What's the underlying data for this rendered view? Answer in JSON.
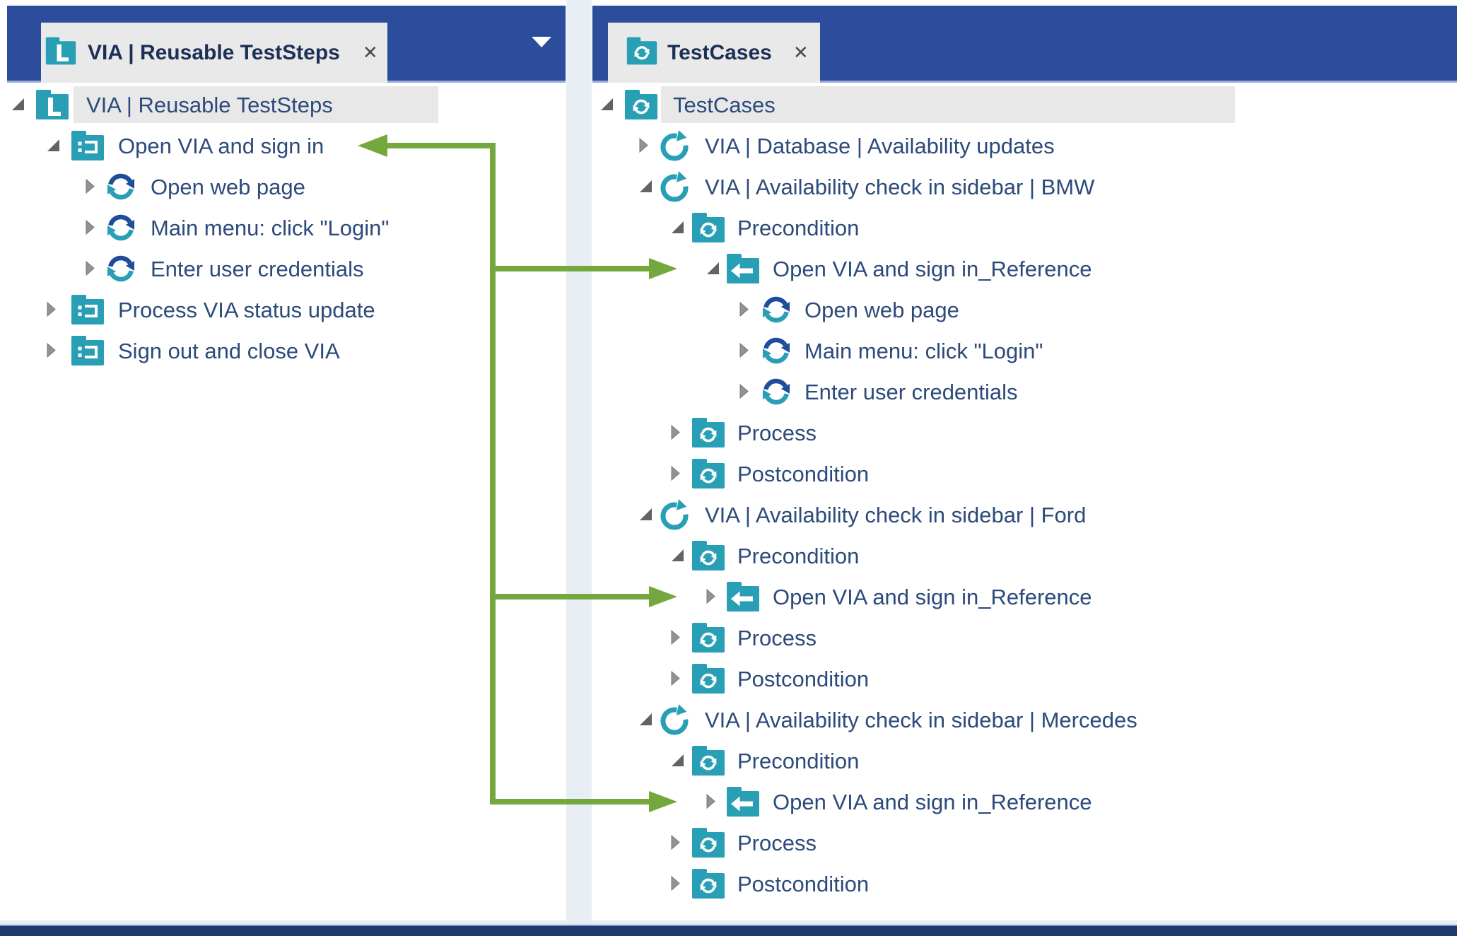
{
  "window": {
    "left_tab": {
      "title": "VIA | Reusable TestSteps",
      "close_label": "✕"
    },
    "right_tab": {
      "title": "TestCases",
      "close_label": "✕"
    }
  },
  "left_tree": {
    "nodes": [
      {
        "text": "VIA | Reusable TestSteps",
        "level": 0,
        "state": "expanded",
        "icon": "library-folder",
        "highlighted": true
      },
      {
        "text": "Open VIA and sign in",
        "level": 1,
        "state": "expanded",
        "icon": "teststep-folder",
        "highlighted": false
      },
      {
        "text": "Open web page",
        "level": 2,
        "state": "collapsed",
        "icon": "teststep-sync",
        "highlighted": false
      },
      {
        "text": "Main menu: click \"Login\"",
        "level": 2,
        "state": "collapsed",
        "icon": "teststep-sync",
        "highlighted": false
      },
      {
        "text": "Enter user credentials",
        "level": 2,
        "state": "collapsed",
        "icon": "teststep-sync",
        "highlighted": false
      },
      {
        "text": "Process VIA status update",
        "level": 1,
        "state": "collapsed",
        "icon": "teststep-folder",
        "highlighted": false
      },
      {
        "text": "Sign out and close VIA",
        "level": 1,
        "state": "collapsed",
        "icon": "teststep-folder",
        "highlighted": false
      }
    ]
  },
  "right_tree": {
    "nodes": [
      {
        "text": "TestCases",
        "level": 0,
        "state": "expanded",
        "icon": "testcase-folder",
        "highlighted": true
      },
      {
        "text": "VIA | Database | Availability updates",
        "level": 1,
        "state": "collapsed",
        "icon": "testcase",
        "highlighted": false
      },
      {
        "text": "VIA | Availability check in sidebar | BMW",
        "level": 1,
        "state": "expanded",
        "icon": "testcase",
        "highlighted": false
      },
      {
        "text": "Precondition",
        "level": 2,
        "state": "expanded",
        "icon": "testcase-folder",
        "highlighted": false
      },
      {
        "text": "Open VIA and sign in_Reference",
        "level": 3,
        "state": "expanded",
        "icon": "reference-folder",
        "highlighted": false
      },
      {
        "text": "Open web page",
        "level": 4,
        "state": "collapsed",
        "icon": "teststep-sync",
        "highlighted": false
      },
      {
        "text": "Main menu: click \"Login\"",
        "level": 4,
        "state": "collapsed",
        "icon": "teststep-sync",
        "highlighted": false
      },
      {
        "text": "Enter user credentials",
        "level": 4,
        "state": "collapsed",
        "icon": "teststep-sync",
        "highlighted": false
      },
      {
        "text": "Process",
        "level": 2,
        "state": "collapsed",
        "icon": "testcase-folder",
        "highlighted": false
      },
      {
        "text": "Postcondition",
        "level": 2,
        "state": "collapsed",
        "icon": "testcase-folder",
        "highlighted": false
      },
      {
        "text": "VIA | Availability check in sidebar | Ford",
        "level": 1,
        "state": "expanded",
        "icon": "testcase",
        "highlighted": false
      },
      {
        "text": "Precondition",
        "level": 2,
        "state": "expanded",
        "icon": "testcase-folder",
        "highlighted": false
      },
      {
        "text": "Open VIA and sign in_Reference",
        "level": 3,
        "state": "collapsed",
        "icon": "reference-folder",
        "highlighted": false
      },
      {
        "text": "Process",
        "level": 2,
        "state": "collapsed",
        "icon": "testcase-folder",
        "highlighted": false
      },
      {
        "text": "Postcondition",
        "level": 2,
        "state": "collapsed",
        "icon": "testcase-folder",
        "highlighted": false
      },
      {
        "text": "VIA | Availability check in sidebar | Mercedes",
        "level": 1,
        "state": "expanded",
        "icon": "testcase",
        "highlighted": false
      },
      {
        "text": "Precondition",
        "level": 2,
        "state": "expanded",
        "icon": "testcase-folder",
        "highlighted": false
      },
      {
        "text": "Open VIA and sign in_Reference",
        "level": 3,
        "state": "collapsed",
        "icon": "reference-folder",
        "highlighted": false
      },
      {
        "text": "Process",
        "level": 2,
        "state": "collapsed",
        "icon": "testcase-folder",
        "highlighted": false
      },
      {
        "text": "Postcondition",
        "level": 2,
        "state": "collapsed",
        "icon": "testcase-folder",
        "highlighted": false
      }
    ]
  },
  "links": {
    "description": "reference arrows from reusable block to its references",
    "source_row_index": 1,
    "target_row_indexes": [
      4,
      12,
      17
    ],
    "color": "#74a83f"
  },
  "colors": {
    "header_blue": "#2c4d9c",
    "teal": "#289fb4",
    "navy_arc": "#1f4d9c",
    "highlight_gray": "#e8e8e8",
    "text": "#2c4a7a",
    "bottom_bar": "#1f3a6e",
    "splitter": "#e9eef5",
    "link_green": "#74a83f"
  }
}
